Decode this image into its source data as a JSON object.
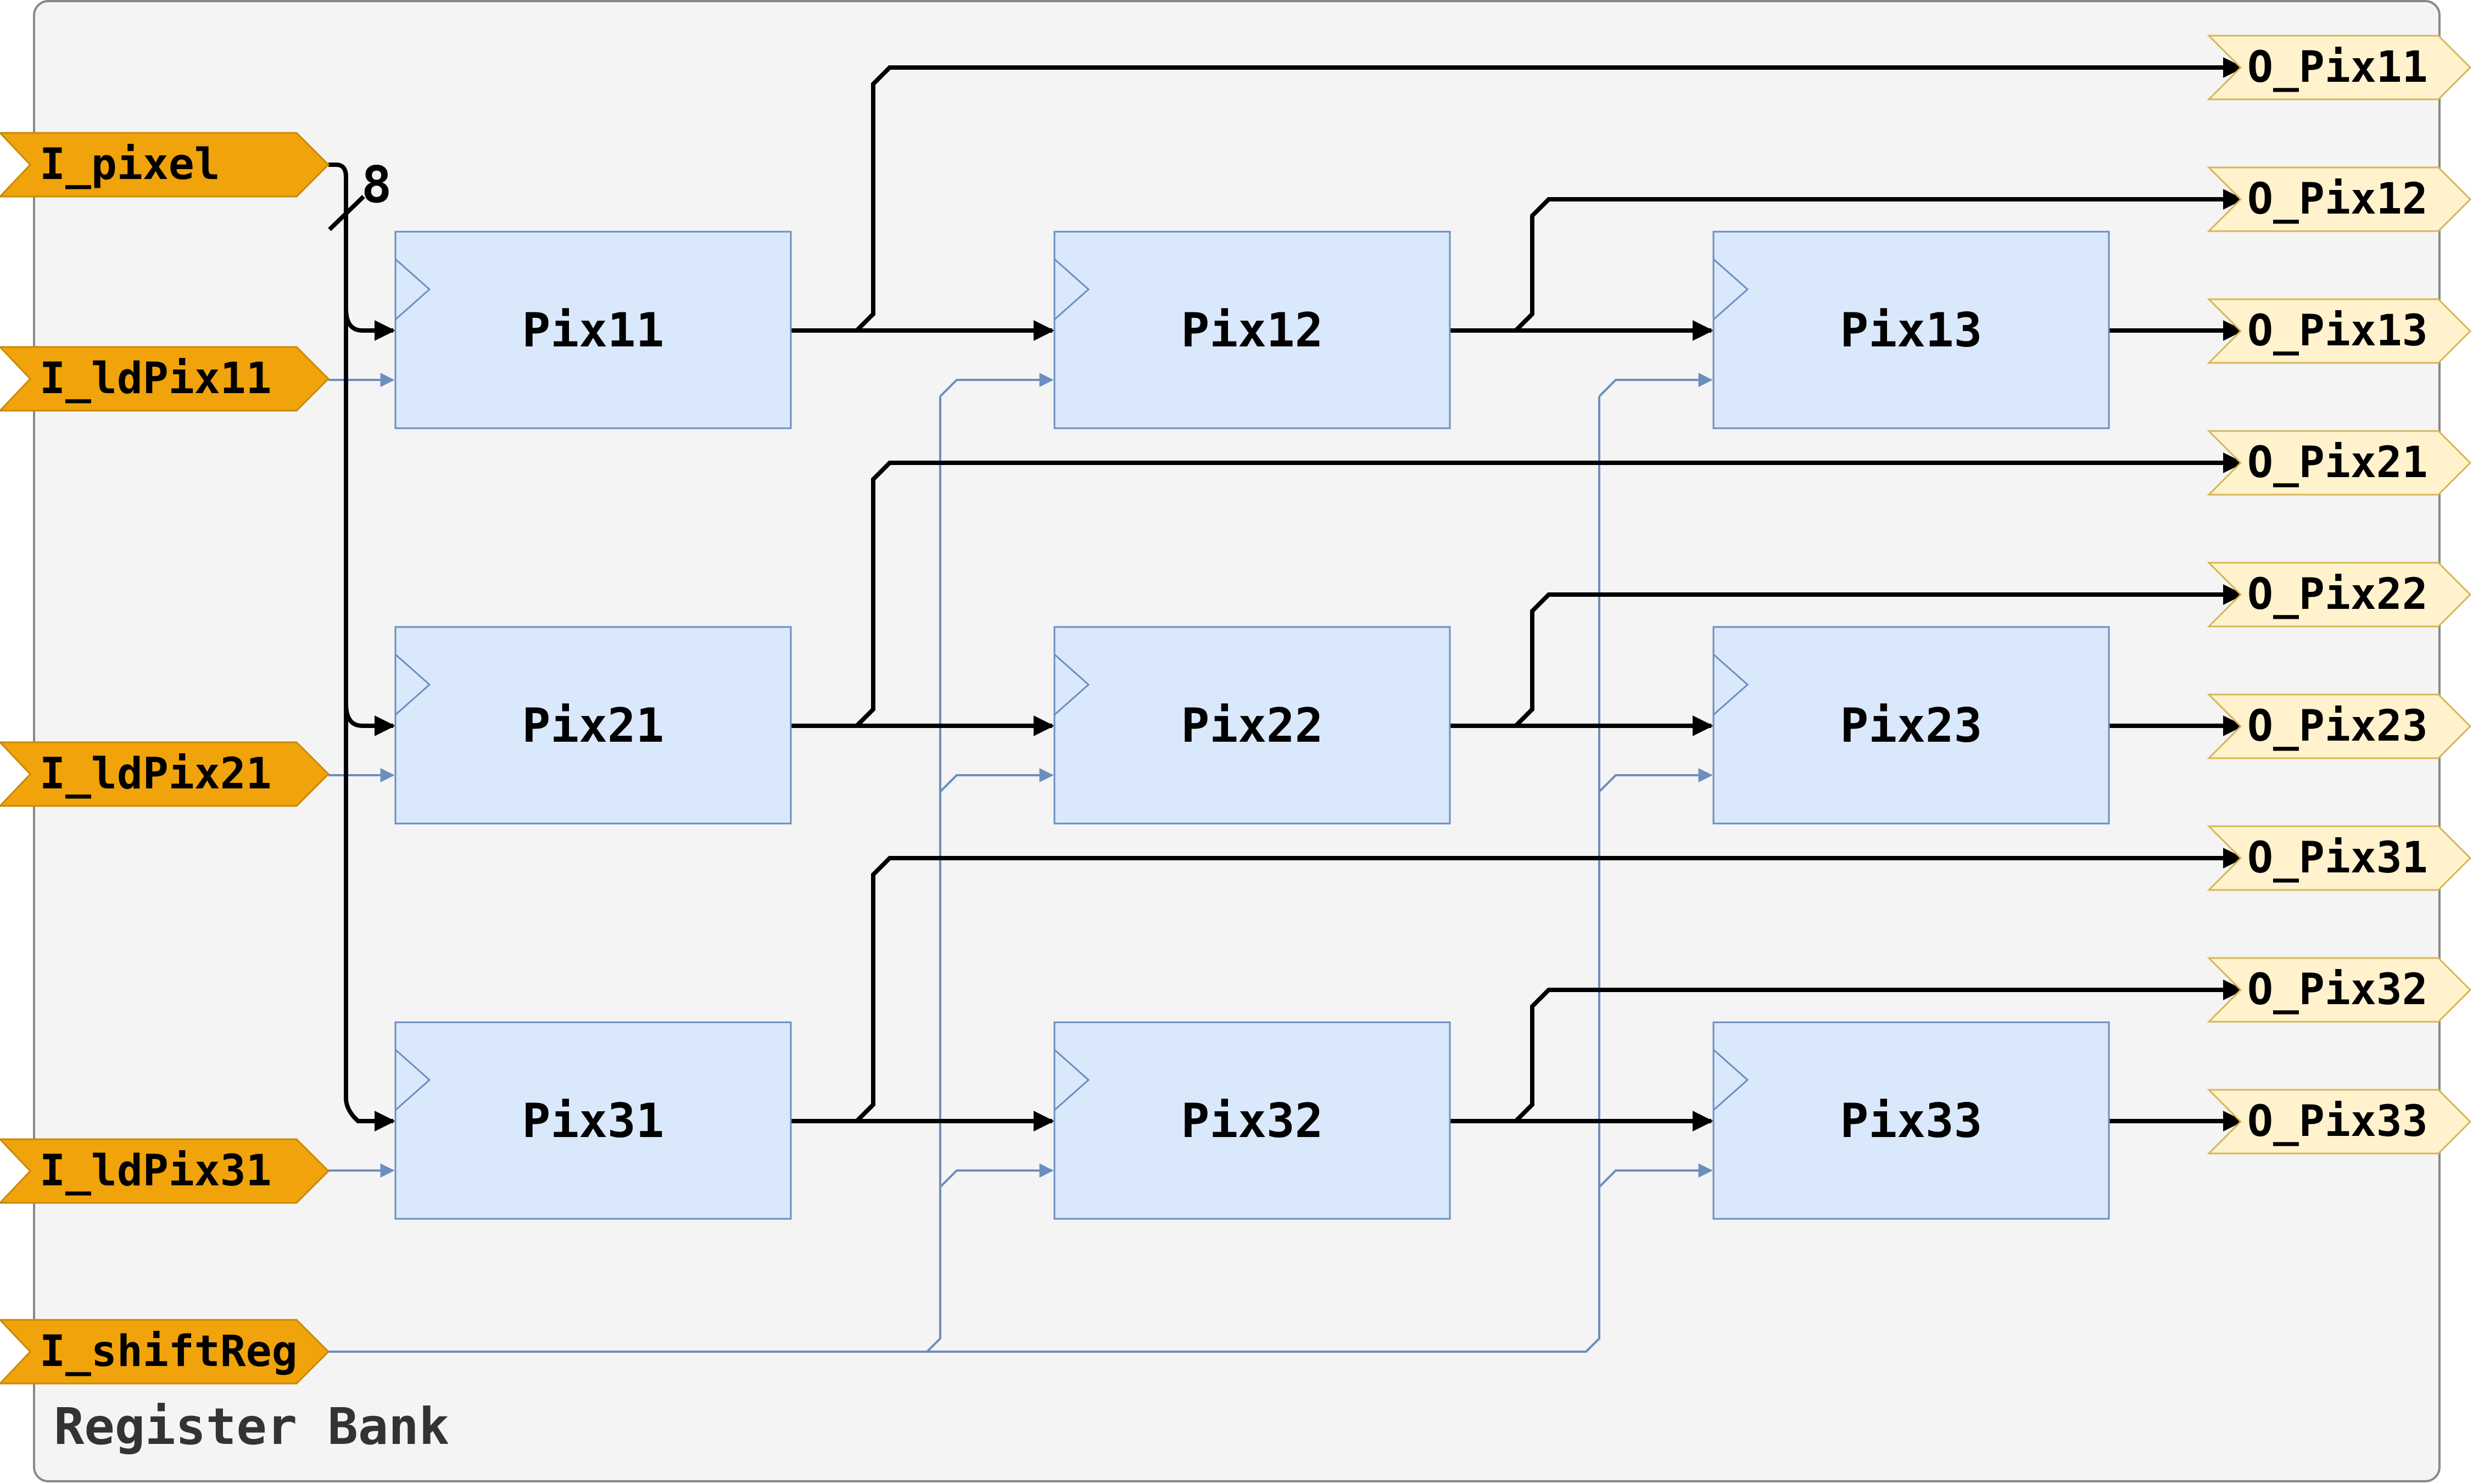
{
  "bank": {
    "title": "Register Bank"
  },
  "colors": {
    "background": "#f4f4f5",
    "border": "#888888",
    "input_port": "#f0a30a",
    "output_port": "#fff2cc",
    "register_fill": "#dae8fc",
    "register_stroke": "#6c8ebf",
    "data_wire": "#000000",
    "control_wire": "#6c8ebf"
  },
  "inputs": [
    {
      "id": "pixel",
      "label": "I_pixel"
    },
    {
      "id": "ld11",
      "label": "I_ldPix11"
    },
    {
      "id": "ld21",
      "label": "I_ldPix21"
    },
    {
      "id": "ld31",
      "label": "I_ldPix31"
    },
    {
      "id": "shift",
      "label": "I_shiftReg"
    }
  ],
  "bus_width": "8",
  "registers": [
    {
      "label": "Pix11"
    },
    {
      "label": "Pix12"
    },
    {
      "label": "Pix13"
    },
    {
      "label": "Pix21"
    },
    {
      "label": "Pix22"
    },
    {
      "label": "Pix23"
    },
    {
      "label": "Pix31"
    },
    {
      "label": "Pix32"
    },
    {
      "label": "Pix33"
    }
  ],
  "outputs": [
    {
      "label": "O_Pix11"
    },
    {
      "label": "O_Pix12"
    },
    {
      "label": "O_Pix13"
    },
    {
      "label": "O_Pix21"
    },
    {
      "label": "O_Pix22"
    },
    {
      "label": "O_Pix23"
    },
    {
      "label": "O_Pix31"
    },
    {
      "label": "O_Pix32"
    },
    {
      "label": "O_Pix33"
    }
  ]
}
